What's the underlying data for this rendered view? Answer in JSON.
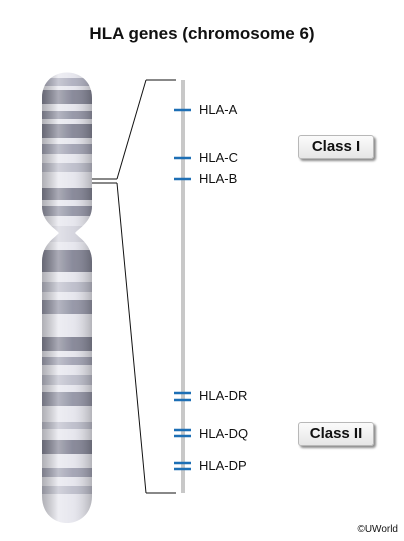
{
  "title": "HLA genes (chromosome 6)",
  "genes": [
    {
      "label": "HLA-A",
      "marker": "single"
    },
    {
      "label": "HLA-C",
      "marker": "single"
    },
    {
      "label": "HLA-B",
      "marker": "single"
    },
    {
      "label": "HLA-DR",
      "marker": "double"
    },
    {
      "label": "HLA-DQ",
      "marker": "double"
    },
    {
      "label": "HLA-DP",
      "marker": "double"
    }
  ],
  "classes": {
    "class_one": "Class I",
    "class_two": "Class II"
  },
  "credit": "©UWorld",
  "colors": {
    "gene_marker": "#1d6fb5",
    "axis_line": "#c8c8c8",
    "chromosome_light": "#e4e4ec",
    "chromosome_band": "#7d7e90"
  }
}
